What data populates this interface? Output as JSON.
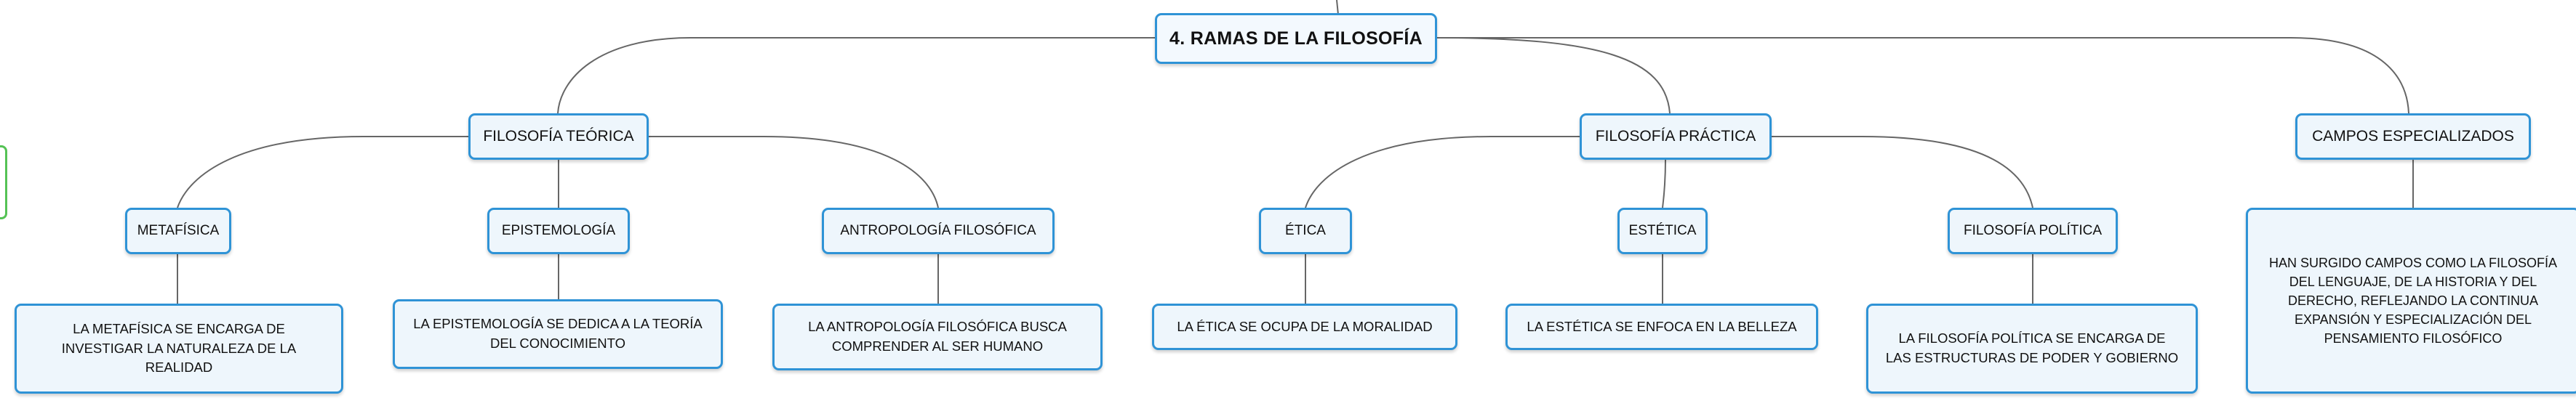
{
  "diagram": {
    "root": {
      "label": "4. RAMAS DE LA FILOSOFÍA"
    },
    "branches": [
      {
        "label": "FILOSOFÍA TEÓRICA"
      },
      {
        "label": "FILOSOFÍA PRÁCTICA"
      },
      {
        "label": "CAMPOS ESPECIALIZADOS"
      }
    ],
    "subtopics": [
      {
        "label": "METAFÍSICA"
      },
      {
        "label": "EPISTEMOLOGÍA"
      },
      {
        "label": "ANTROPOLOGÍA FILOSÓFICA"
      },
      {
        "label": "ÉTICA"
      },
      {
        "label": "ESTÉTICA"
      },
      {
        "label": "FILOSOFÍA POLÍTICA"
      }
    ],
    "descriptions": [
      {
        "label": "LA METAFÍSICA SE ENCARGA DE INVESTIGAR LA NATURALEZA DE LA REALIDAD"
      },
      {
        "label": "LA EPISTEMOLOGÍA SE DEDICA A LA TEORÍA DEL CONOCIMIENTO"
      },
      {
        "label": "LA ANTROPOLOGÍA FILOSÓFICA BUSCA COMPRENDER AL SER HUMANO"
      },
      {
        "label": "LA ÉTICA SE OCUPA DE LA MORALIDAD"
      },
      {
        "label": "LA ESTÉTICA SE ENFOCA EN LA BELLEZA"
      },
      {
        "label": "LA FILOSOFÍA POLÍTICA SE ENCARGA DE LAS ESTRUCTURAS DE PODER Y GOBIERNO"
      },
      {
        "label": "HAN SURGIDO CAMPOS COMO LA FILOSOFÍA DEL LENGUAJE, DE LA HISTORIA Y DEL DERECHO, REFLEJANDO LA CONTINUA EXPANSIÓN Y ESPECIALIZACIÓN DEL PENSAMIENTO FILOSÓFICO"
      }
    ],
    "colors": {
      "node_border": "#2f93d6",
      "node_fill": "#eef6fc",
      "connector": "#666666",
      "off_canvas_node": "#55c255"
    }
  }
}
